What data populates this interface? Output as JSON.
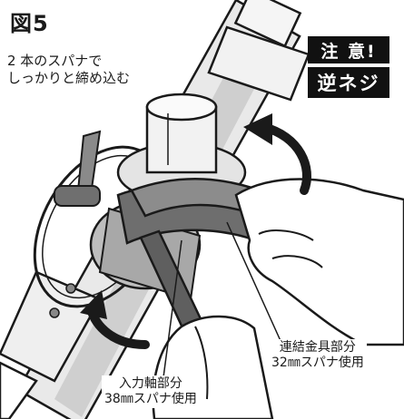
{
  "figure": {
    "label": "図5",
    "instruction_lines": [
      "2 本のスパナで",
      "しっかりと締め込む"
    ]
  },
  "warning": {
    "line1": "注 意!",
    "line2": "逆ネジ"
  },
  "callouts": {
    "coupler": {
      "part": "連結金具部分",
      "wrench": "32㎜スパナ使用"
    },
    "input_shaft": {
      "part": "入力軸部分",
      "wrench": "38㎜スパナ使用"
    }
  },
  "colors": {
    "ink": "#1a1a1a",
    "warning_bg": "#111111",
    "warning_text": "#ffffff",
    "metal_light": "#d9d9d9",
    "metal_dark": "#7a7a7a"
  },
  "icons": [
    "rotation-arrow-clockwise-icon",
    "rotation-arrow-counterclockwise-icon"
  ]
}
